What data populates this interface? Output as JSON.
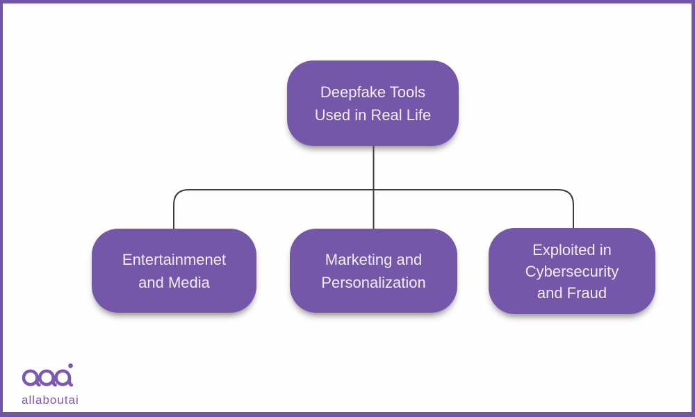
{
  "frame": {
    "color": "#7355a6",
    "background": "#fefefe"
  },
  "diagram": {
    "type": "tree",
    "root": {
      "label": "Deepfake Tools Used in Real Life",
      "lines": [
        "Deepfake Tools",
        "Used in Real Life"
      ]
    },
    "children": [
      {
        "label": "Entertainmenet and Media",
        "lines": [
          "Entertainmenet",
          "and Media"
        ]
      },
      {
        "label": "Marketing and Personalization",
        "lines": [
          "Marketing and",
          "Personalization"
        ]
      },
      {
        "label": "Exploited in Cybersecurity and Fraud",
        "lines": [
          "Exploited in",
          "Cybersecurity",
          "and Fraud"
        ]
      }
    ],
    "colors": {
      "node_fill": "#7557a9",
      "node_text": "#f3edf7",
      "connector": "#3c3c3c"
    }
  },
  "logo": {
    "mark": "aai",
    "wordmark": "allaboutai",
    "color": "#7b59b0"
  }
}
